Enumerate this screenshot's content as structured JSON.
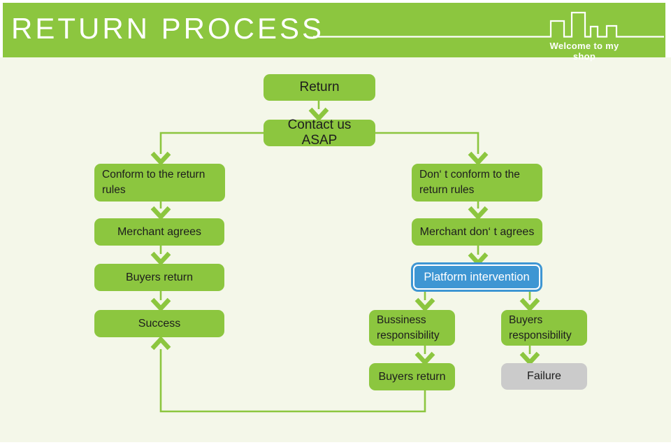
{
  "header": {
    "title": "RETURN PROCESS",
    "tagline": "Welcome to my shop"
  },
  "colors": {
    "accent_green": "#8cc63f",
    "accent_blue": "#3e96d3",
    "neutral_gray": "#cbcbcb",
    "background_cream": "#f4f7e9",
    "text_dark": "#1d1d1d",
    "white": "#ffffff"
  },
  "icons": {
    "skyline": "city-skyline-outline-icon"
  },
  "flow": {
    "nodes": {
      "return": "Return",
      "contact": "Contact us ASAP",
      "conform": "Conform to the return rules",
      "merchant_agrees": "Merchant agrees",
      "buyers_return_left": "Buyers return",
      "success": "Success",
      "dont_conform": "Don‘ t conform to the return rules",
      "merchant_dont_agrees": "Merchant don‘ t agrees",
      "platform": "Platform intervention",
      "business_resp": "Bussiness responsibility",
      "buyers_resp": "Buyers responsibility",
      "buyers_return_right": "Buyers return",
      "failure": "Failure"
    }
  }
}
